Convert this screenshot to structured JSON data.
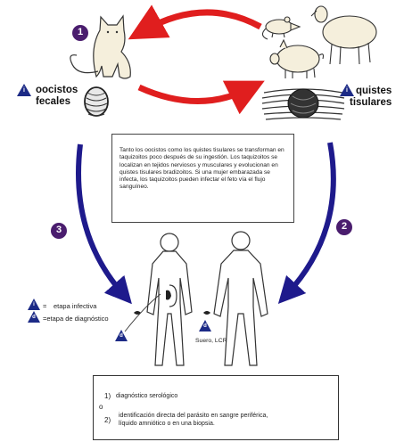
{
  "stages": {
    "one": "1",
    "two": "2",
    "three": "3"
  },
  "labels": {
    "oocysts_line1": "oocistos",
    "oocysts_line2": "fecales",
    "cysts_line1": "quistes",
    "cysts_line2": "tisulares"
  },
  "markers": {
    "infective": "i",
    "diagnostic": "d"
  },
  "note": "Tanto los oocistos como los quistes tisulares se transforman en taquizoitos poco después de su ingestión. Los taquizoitos se localizan en tejidos nerviosos y musculares y evolucionan en quistes tisulares bradizoitos. Si una mujer embarazada se infecta, los taquizoitos pueden infectar el feto vía el flujo sanguíneo.",
  "legend": {
    "infective": "etapa infectiva",
    "infective_prefix": "=",
    "diagnostic": "=etapa de diagnóstico"
  },
  "samples": "Suero, LCR",
  "diagnosis": {
    "item1_num": "1)",
    "item1": "diagnóstico serológico",
    "or": "o",
    "item2_num": "2)",
    "item2_line1": "identificación directa del parásito en sangre periférica,",
    "item2_line2": "líquido amniótico o en una biopsia."
  },
  "colors": {
    "red_arrow": "#e01e1e",
    "blue_arrow": "#1e1a8c",
    "stage_circle": "#4a1d6e",
    "marker": "#1c2a86",
    "animal_fill": "#f5efdc",
    "outline": "#333333"
  }
}
